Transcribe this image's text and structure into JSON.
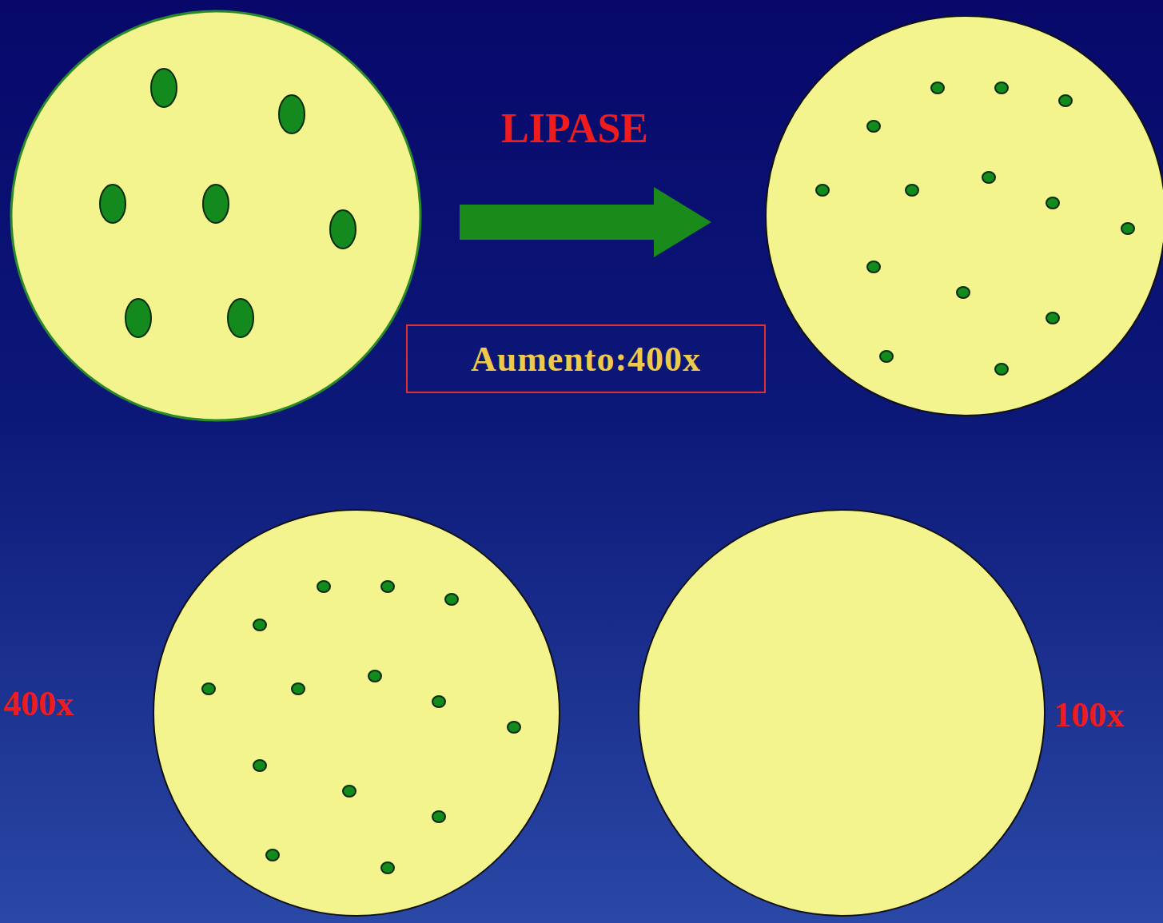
{
  "diagram": {
    "nodes": [
      {
        "text": [
          "Aumento:400x"
        ]
      }
    ],
    "labels": [
      "LIPASE",
      "400x",
      "100x"
    ]
  }
}
